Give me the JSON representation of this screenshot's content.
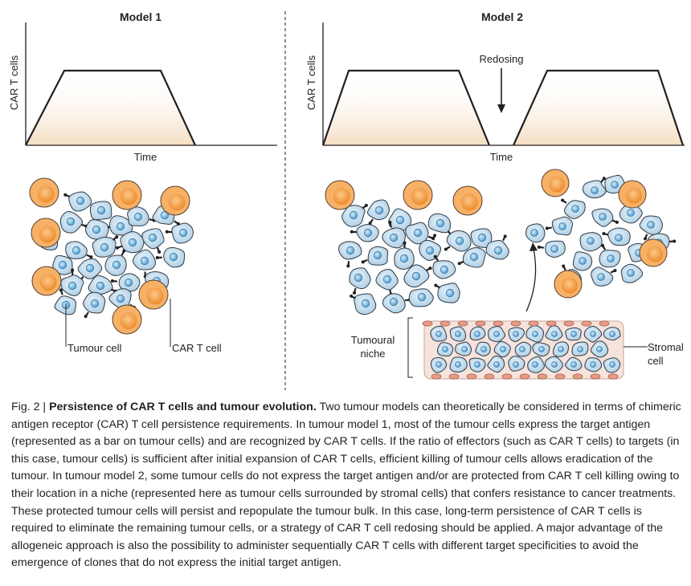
{
  "figure": {
    "model1": {
      "title": "Model 1",
      "ylabel": "CAR T cells",
      "xlabel": "Time",
      "label_tumour_cell": "Tumour cell",
      "label_car_t_cell": "CAR T cell"
    },
    "model2": {
      "title": "Model 2",
      "ylabel": "CAR T cells",
      "xlabel": "Time",
      "redosing": "Redosing",
      "tumoural_niche_line1": "Tumoural",
      "tumoural_niche_line2": "niche",
      "stromal_cell_line1": "Stromal",
      "stromal_cell_line2": "cell"
    },
    "colors": {
      "tumour_cell_fill": "#bcd7ea",
      "tumour_nucleus": "#4f9fd1",
      "car_t_outer": "#f4b062",
      "car_t_inner": "#ef8d2e",
      "curve_shade": "#f7e3cb",
      "stromal_cell": "#e99a86"
    },
    "chart_data": [
      {
        "type": "line",
        "title": "Model 1",
        "xlabel": "Time",
        "ylabel": "CAR T cells",
        "x": [
          0,
          2,
          6,
          8
        ],
        "y": [
          0,
          1,
          1,
          0
        ]
      },
      {
        "type": "line",
        "title": "Model 2",
        "xlabel": "Time",
        "ylabel": "CAR T cells",
        "series": [
          {
            "x": [
              0,
              1.2,
              4.2,
              5.3
            ],
            "y": [
              0,
              1,
              1,
              0
            ]
          },
          {
            "x": [
              6.2,
              7.3,
              10.4,
              11.6
            ],
            "y": [
              0,
              1,
              1,
              0
            ]
          }
        ],
        "annotations": [
          "Redosing"
        ]
      }
    ]
  },
  "caption": {
    "figure_number": "Fig. 2 |",
    "title": "Persistence of CAR T cells and tumour evolution.",
    "body": "Two tumour models can theoretically be considered in terms of chimeric antigen receptor (CAR) T cell persistence requirements. In tumour model 1, most of the tumour cells express the target antigen (represented as a bar on tumour cells) and are recognized by CAR T cells. If the ratio of effectors (such as CAR T cells) to targets (in this case, tumour cells) is sufficient after initial expansion of CAR T cells, efficient killing of tumour cells allows eradication of the tumour. In tumour model 2, some tumour cells do not express the target antigen and/or are protected from CAR T cell killing owing to their location in a niche (represented here as tumour cells surrounded by stromal cells) that confers resistance to cancer treatments. These protected tumour cells will persist and repopulate the tumour bulk. In this case, long-term persistence of CAR T cells is required to eliminate the remaining tumour cells, or a strategy of CAR T cell redosing should be applied. A major advantage of the allogeneic approach is also the possibility to administer sequentially CAR T cells with different target specificities to avoid the emergence of clones that do not express the initial target antigen."
  }
}
